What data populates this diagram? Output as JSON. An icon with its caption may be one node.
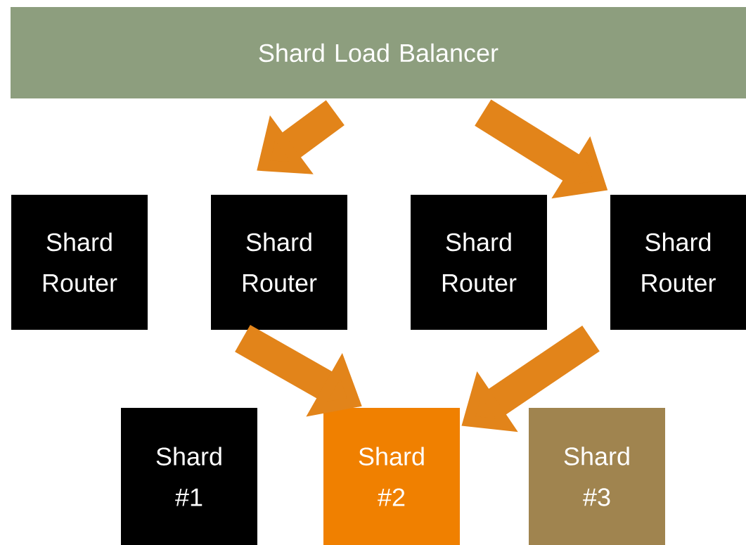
{
  "diagram": {
    "nodes": [
      {
        "text": [
          "Shard Load Balancer"
        ]
      },
      {
        "text": [
          "Shard Router"
        ]
      },
      {
        "text": [
          "Shard Router"
        ]
      },
      {
        "text": [
          "Shard Router"
        ]
      },
      {
        "text": [
          "Shard Router"
        ]
      },
      {
        "text": [
          "Shard #1"
        ]
      },
      {
        "text": [
          "Shard #2"
        ]
      },
      {
        "text": [
          "Shard #3"
        ]
      }
    ],
    "edges": [
      {
        "from": 0,
        "to": 2,
        "arrow": "to"
      },
      {
        "from": 0,
        "to": 4,
        "arrow": "to"
      },
      {
        "from": 2,
        "to": 6,
        "arrow": "to"
      },
      {
        "from": 4,
        "to": 6,
        "arrow": "to"
      }
    ]
  }
}
